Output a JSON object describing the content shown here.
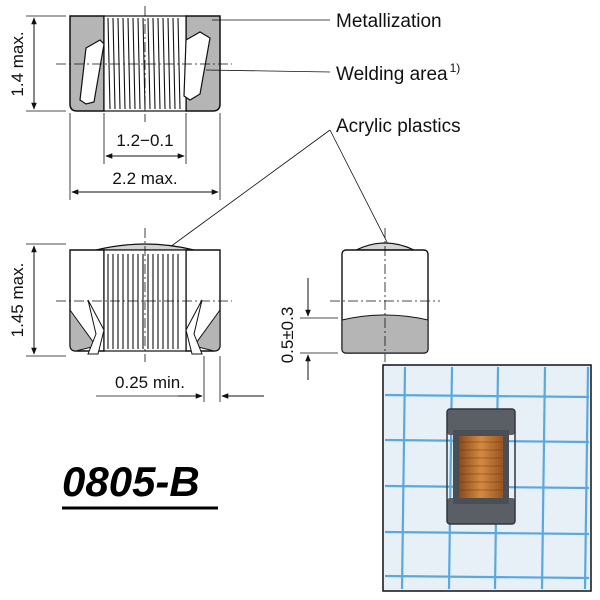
{
  "labels": {
    "metallization": "Metallization",
    "welding_area": "Welding area",
    "welding_footnote": "1)",
    "acrylic_plastics": "Acrylic plastics"
  },
  "dimensions": {
    "height_top": "1.4 max.",
    "inner_width": "1.2−0.1",
    "overall_width": "2.2 max.",
    "height_side": "1.45 max.",
    "terminal_min": "0.25 min.",
    "metallization_height": "0.5±0.3"
  },
  "part_number": "0805-B",
  "colors": {
    "line": "#111111",
    "metal_fill": "#b5b5b5",
    "plastic_fill": "#d4d4d4",
    "photo_grid": "#5aa8e0",
    "photo_background": "#e8f0f7",
    "component_body": "#5a5f66",
    "copper_winding": "#c77a33"
  }
}
